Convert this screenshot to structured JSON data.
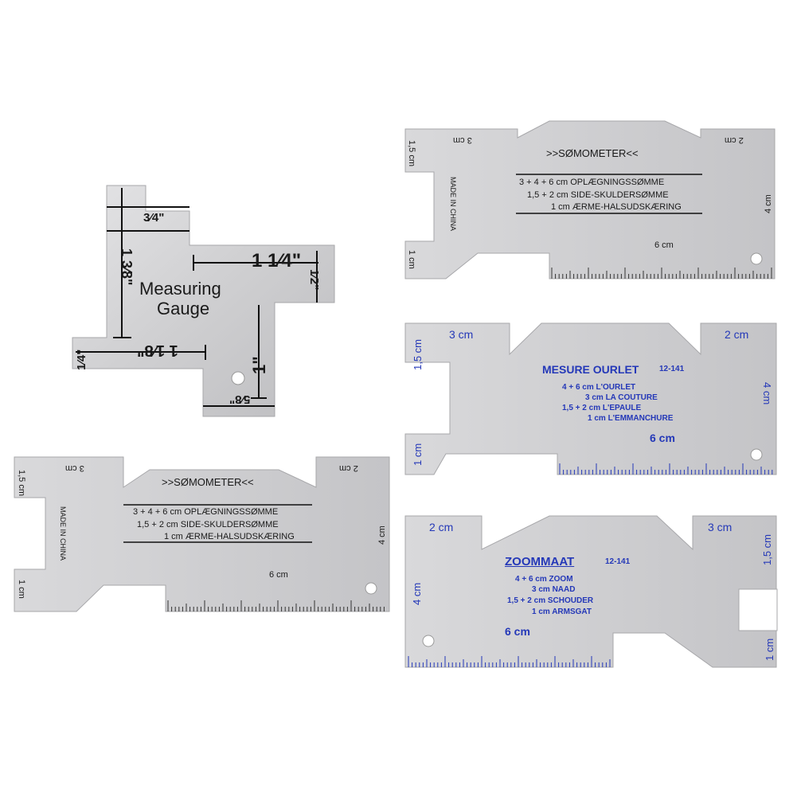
{
  "gauge": {
    "title_line1": "Measuring",
    "title_line2": "Gauge",
    "marks": {
      "three_quarter": "3⁄4\"",
      "one_three_eighth": "1 3⁄8\"",
      "one_quarter_inch": "1 1⁄4\"",
      "half": "1⁄2\"",
      "one": "1\"",
      "quarter": "1⁄4\"",
      "one_eighth": "1 1⁄8\"",
      "five_eighth": "5⁄8\""
    }
  },
  "somometer": {
    "title": ">>SØMOMETER<<",
    "made_in": "MADE IN CHINA",
    "lines": [
      "3 + 4 + 6 cm OPLÆGNINGSSØMME",
      "1,5 + 2 cm SIDE-SKULDERSØMME",
      "1 cm ÆRME-HALSUDSKÆRING"
    ],
    "labels": {
      "c3": "3 cm",
      "c15": "1,5 cm",
      "c1": "1 cm",
      "c2": "2 cm",
      "c4": "4 cm",
      "c6": "6 cm"
    }
  },
  "mesure": {
    "title": "MESURE OURLET",
    "code": "12-141",
    "lines": [
      "4 + 6 cm L'OURLET",
      "3 cm LA COUTURE",
      "1,5 + 2 cm L'EPAULE",
      "1 cm L'EMMANCHURE"
    ],
    "labels": {
      "c3": "3 cm",
      "c2": "2 cm",
      "c15": "1,5 cm",
      "c4": "4 cm",
      "c1": "1 cm",
      "c6": "6 cm"
    }
  },
  "zoommaat": {
    "title": "ZOOMMAAT",
    "code": "12-141",
    "lines": [
      "4 + 6 cm ZOOM",
      "3 cm NAAD",
      "1,5 + 2 cm SCHOUDER",
      "1 cm ARMSGAT"
    ],
    "labels": {
      "c2": "2 cm",
      "c3": "3 cm",
      "c15": "1,5 cm",
      "c4": "4 cm",
      "c1": "1 cm",
      "c6": "6 cm"
    }
  },
  "colors": {
    "metal": "#cfcfd1",
    "ink": "#1a1a1a",
    "blue_ink": "#2438b8"
  }
}
